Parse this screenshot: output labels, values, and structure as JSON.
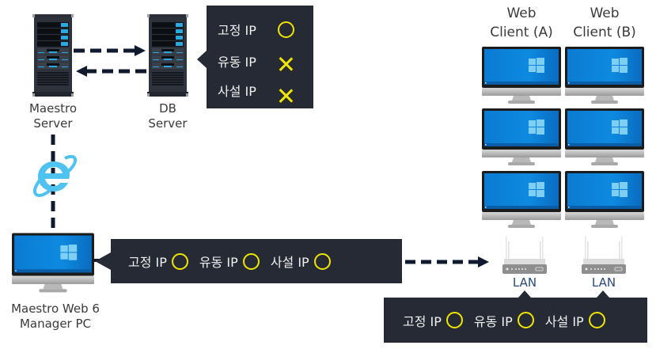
{
  "nodes": {
    "maestro_server": {
      "label_line1": "Maestro",
      "label_line2": "Server",
      "icon": "server-rack-icon"
    },
    "db_server": {
      "label_line1": "DB",
      "label_line2": "Server",
      "icon": "server-rack-icon"
    },
    "manager_pc": {
      "label_line1": "Maestro Web 6",
      "label_line2": "Manager PC",
      "icon": "monitor-icon"
    },
    "browser": {
      "icon": "internet-explorer-icon"
    },
    "web_client_a": {
      "label_line1": "Web",
      "label_line2": "Client (A)",
      "monitors": 3
    },
    "web_client_b": {
      "label_line1": "Web",
      "label_line2": "Client (B)",
      "monitors": 3
    },
    "lan_a": {
      "label": "LAN",
      "icon": "router-icon"
    },
    "lan_b": {
      "label": "LAN",
      "icon": "router-icon"
    }
  },
  "callouts": {
    "db_server": {
      "items": [
        {
          "label": "고정 IP",
          "supported": true,
          "mark": "circle"
        },
        {
          "label": "유동 IP",
          "supported": false,
          "mark": "cross"
        },
        {
          "label": "사설 IP",
          "supported": false,
          "mark": "cross"
        }
      ]
    },
    "manager_pc": {
      "items": [
        {
          "label": "고정 IP",
          "supported": true,
          "mark": "circle"
        },
        {
          "label": "유동 IP",
          "supported": true,
          "mark": "circle"
        },
        {
          "label": "사설 IP",
          "supported": true,
          "mark": "circle"
        }
      ]
    },
    "lan": {
      "items": [
        {
          "label": "고정 IP",
          "supported": true,
          "mark": "circle"
        },
        {
          "label": "유동 IP",
          "supported": true,
          "mark": "circle"
        },
        {
          "label": "사설 IP",
          "supported": true,
          "mark": "circle"
        }
      ]
    }
  },
  "connections": [
    {
      "from": "maestro_server",
      "to": "db_server",
      "style": "dashed-arrow"
    },
    {
      "from": "db_server",
      "to": "maestro_server",
      "style": "dashed-arrow"
    },
    {
      "from": "maestro_server",
      "to": "manager_pc",
      "style": "dashed-line",
      "via": "browser"
    },
    {
      "from": "manager_pc",
      "to": "lan_a",
      "style": "dashed-arrow"
    }
  ],
  "colors": {
    "callout_bg": "#262a35",
    "mark": "#f2e600",
    "line": "#0f1a2e",
    "screen": "#0a78d0",
    "ie": "#4fc3f0"
  }
}
